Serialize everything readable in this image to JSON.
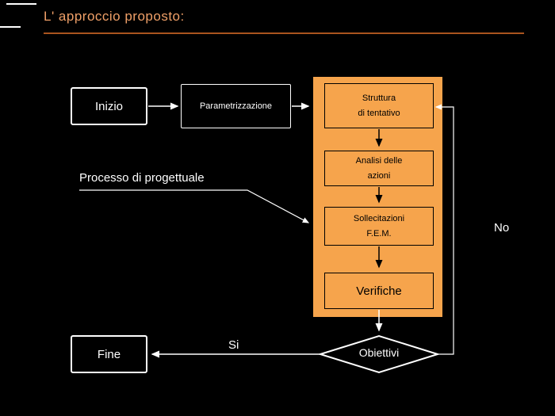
{
  "slide": {
    "title": "L' approccio proposto:"
  },
  "flowchart": {
    "nodes": {
      "inizio": {
        "label": "Inizio"
      },
      "parametrizzazione": {
        "label": "Parametrizzazione"
      },
      "struttura": {
        "line1": "Struttura",
        "line2": "di tentativo"
      },
      "analisi": {
        "line1": "Analisi delle",
        "line2": "azioni"
      },
      "sollecitazioni": {
        "line1": "Sollecitazioni",
        "line2": "F.E.M."
      },
      "verifiche": {
        "label": "Verifiche"
      },
      "obiettivi": {
        "label": "Obiettivi"
      },
      "fine": {
        "label": "Fine"
      }
    },
    "labels": {
      "processo": "Processo di progettuale",
      "si": "Si",
      "no": "No"
    }
  },
  "colors": {
    "background": "#000000",
    "title_text": "#F0A068",
    "title_rule": "#A9541E",
    "panel_fill": "#F6A44C",
    "connector_white": "#FFFFFF",
    "connector_black": "#000000"
  }
}
